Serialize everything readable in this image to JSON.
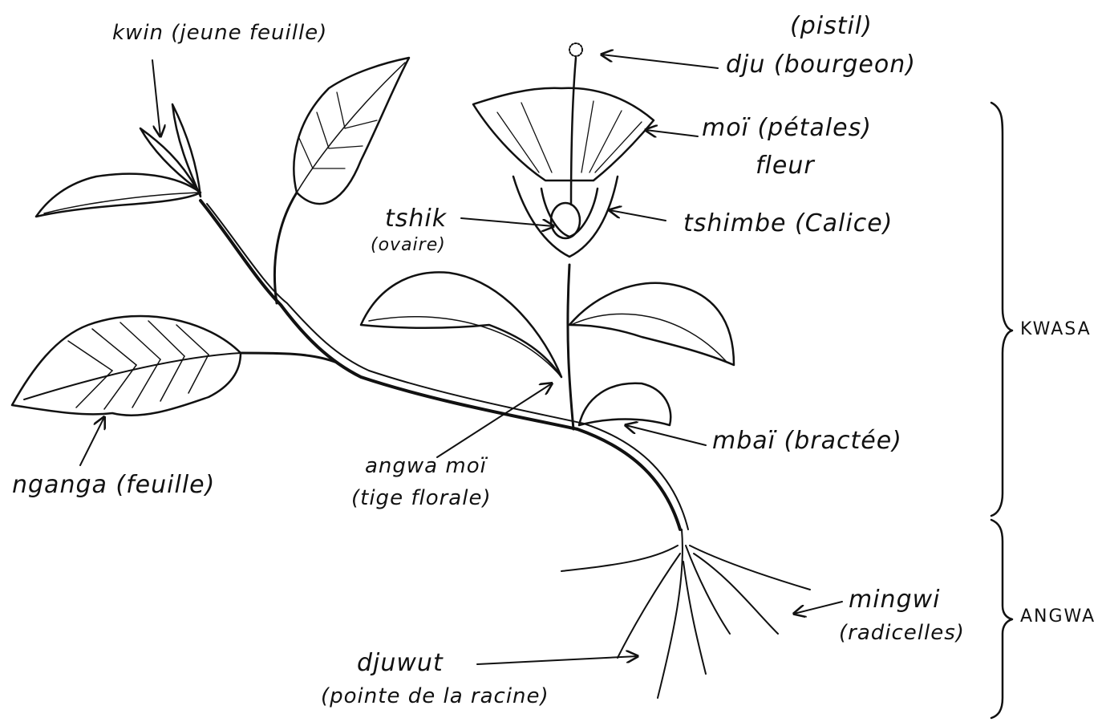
{
  "labels": {
    "kwin": "kwin (jeune feuille)",
    "pistil": "(pistil)",
    "dju": "dju (bourgeon)",
    "moi": "moï (pétales)",
    "fleur": "fleur",
    "tshik": "tshik",
    "ovaire": "(ovaire)",
    "tshimbe": "tshimbe (Calice)",
    "nganga": "nganga (feuille)",
    "angwa_moi": "angwa moï",
    "tige_florale": "(tige florale)",
    "mbai": "mbaï (bractée)",
    "mingwi": "mingwi",
    "radicelles": "(radicelles)",
    "djuwut": "djuwut",
    "pointe": "(pointe de la racine)",
    "kwasa": "KWASA",
    "angwa": "ANGWA"
  }
}
